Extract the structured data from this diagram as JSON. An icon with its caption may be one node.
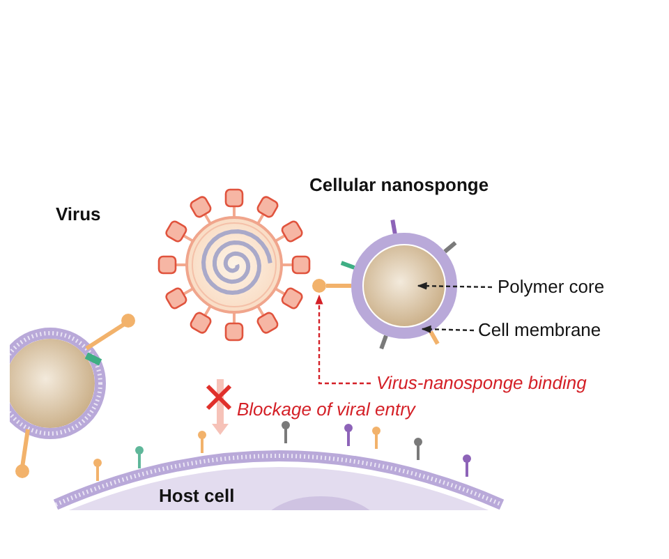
{
  "diagram": {
    "nodes": [
      {
        "text": [
          "Polymer core"
        ]
      },
      {
        "text": [],
        "shape": "circle",
        "in": 3
      },
      {
        "text": [
          "Cell membrane"
        ]
      },
      {
        "text": [],
        "shape": "circle"
      },
      {
        "text": [
          "Virus-nanosponge binding"
        ]
      },
      {
        "text": [],
        "shape": "picture"
      }
    ],
    "edges": [
      {
        "from": 0,
        "to": 1,
        "arrow": "to",
        "style": "dashed"
      },
      {
        "from": 2,
        "to": 3,
        "arrow": "to",
        "style": "dashed"
      },
      {
        "from": 4,
        "to": 5,
        "arrow": "to",
        "style": "dashed",
        "color": "#d42027"
      }
    ],
    "labels": [
      "Cellular nanosponge",
      "Virus",
      "Blockage of viral entry",
      "Host cell"
    ]
  }
}
